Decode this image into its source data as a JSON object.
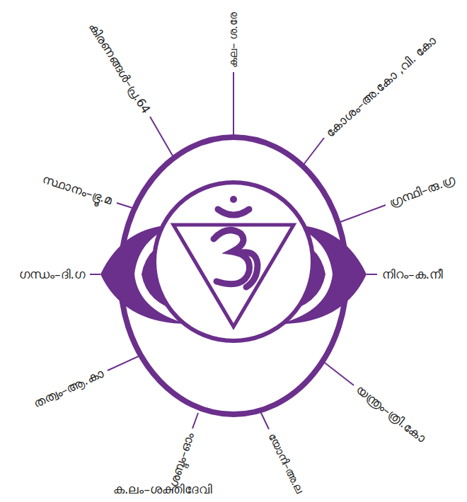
{
  "diagram": {
    "labels": [
      "കല– ശ.രേ",
      "കോശം–അ.കോ ,വി. കോ",
      "ഗ്രന്ഥി–രു.ഗ്ര",
      "നിറം–ക.നീ",
      "യന്ത്രം–ത്രി.കോ",
      "യോനി–അ.ല",
      "ക.ലം–ശക്തിദേവി",
      "ശബ്ദം–ഓം",
      "തത്വം–ആ.കാ",
      "ഗന്ധം–ദി.ഗ",
      "സ്ഥാനം–ഭ്രൂ.മ",
      "കിരണങ്ങൾ–പ്ര.64"
    ]
  }
}
